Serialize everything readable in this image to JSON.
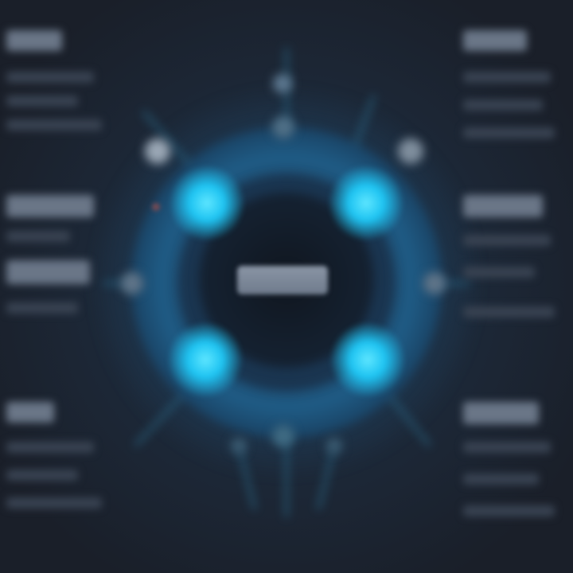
{
  "diagram": {
    "center_label": "",
    "colors": {
      "background": "#1b2029",
      "ring": "#1f5780",
      "ring_inner": "#1a3550",
      "core": "#121a24",
      "glow_node": "#1fc4f2",
      "spoke": "#2c6f8f"
    },
    "glow_nodes": [
      "top-left",
      "top-right",
      "bottom-left",
      "bottom-right"
    ],
    "outer_nodes": [
      "top",
      "left",
      "right",
      "bottom",
      "upper-left",
      "upper-right"
    ]
  }
}
